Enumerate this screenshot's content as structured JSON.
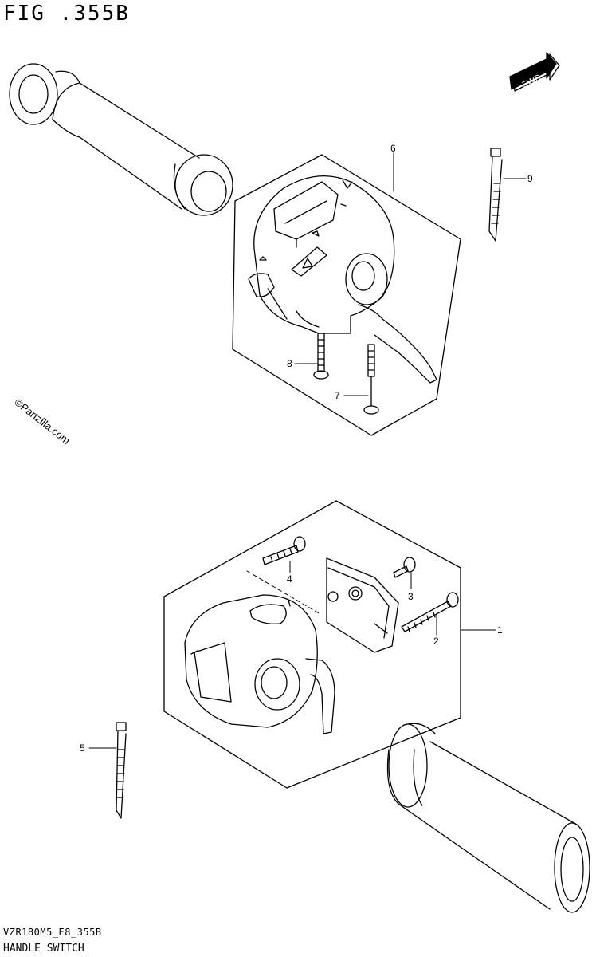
{
  "figure": {
    "title": "FIG .355B",
    "drawing_code": "VZR180M5_E8_355B",
    "name": "HANDLE SWITCH",
    "watermark": "©Partzilla.com",
    "direction_badge": "FWD"
  },
  "callouts": {
    "c1": "1",
    "c2": "2",
    "c3": "3",
    "c4": "4",
    "c5": "5",
    "c6": "6",
    "c7": "7",
    "c8": "8",
    "c9": "9"
  },
  "colors": {
    "line": "#000000",
    "background": "#ffffff"
  }
}
